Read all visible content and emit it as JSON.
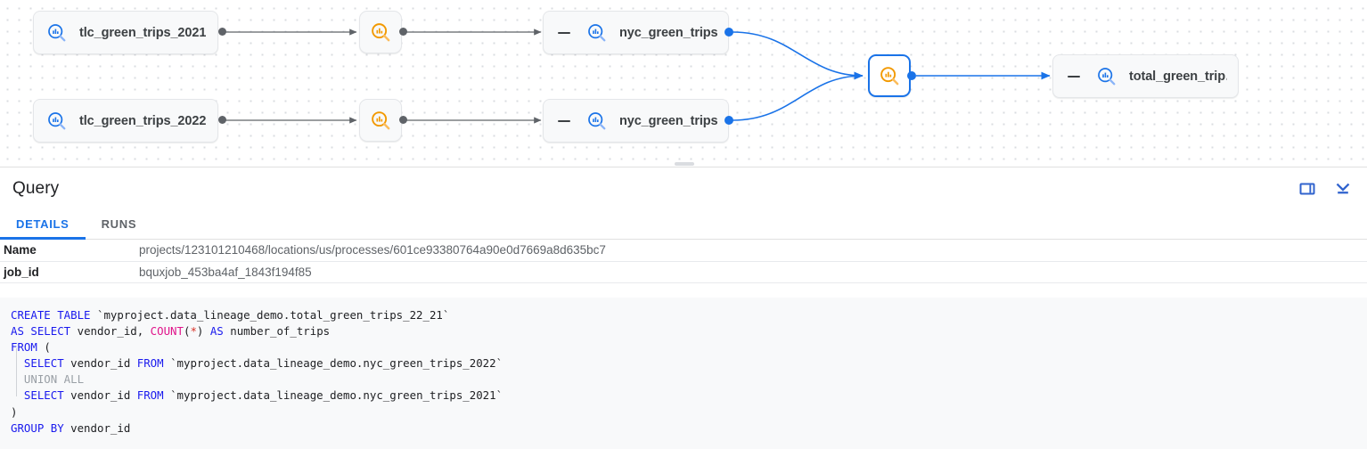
{
  "graph": {
    "nodes": [
      {
        "id": "tlc2021",
        "label": "tlc_green_trips_2021",
        "icon": "bigquery-table-search-icon",
        "type": "table",
        "collapse_toggle": ""
      },
      {
        "id": "tlc2022",
        "label": "tlc_green_trips_2022",
        "icon": "bigquery-table-search-icon",
        "type": "table",
        "collapse_toggle": ""
      },
      {
        "id": "proc1",
        "label": "",
        "icon": "process-search-icon-orange",
        "type": "process"
      },
      {
        "id": "proc2",
        "label": "",
        "icon": "process-search-icon-orange",
        "type": "process"
      },
      {
        "id": "nyc2021",
        "label": "nyc_green_trips…",
        "icon": "bigquery-table-search-icon",
        "type": "table",
        "collapse_toggle": "—"
      },
      {
        "id": "nyc2022",
        "label": "nyc_green_trips…",
        "icon": "bigquery-table-search-icon",
        "type": "table",
        "collapse_toggle": "—"
      },
      {
        "id": "proc-selected",
        "label": "",
        "icon": "process-search-icon-orange",
        "type": "process",
        "selected": true
      },
      {
        "id": "total",
        "label": "total_green_trip…",
        "icon": "bigquery-table-search-icon",
        "type": "table",
        "collapse_toggle": "—"
      }
    ],
    "colors": {
      "edge_default": "#5f6368",
      "edge_highlight": "#1a73e8",
      "node_icon_blue": "#1a73e8",
      "node_icon_orange": "#f29900",
      "selected_border": "#1a73e8",
      "canvas_dot": "#dadce0"
    }
  },
  "panel": {
    "title": "Query",
    "actions": [
      {
        "name": "side-panel-icon",
        "tooltip": "Split view"
      },
      {
        "name": "collapse-down-icon",
        "tooltip": "Collapse"
      }
    ],
    "tabs": [
      {
        "label": "DETAILS",
        "active": true
      },
      {
        "label": "RUNS",
        "active": false
      }
    ],
    "details": [
      {
        "key": "Name",
        "value": "projects/123101210468/locations/us/processes/601ce93380764a90e0d7669a8d635bc7"
      },
      {
        "key": "job_id",
        "value": "bquxjob_453ba4af_1843f194f85"
      }
    ]
  },
  "sql": {
    "lines": [
      [
        {
          "t": "CREATE TABLE ",
          "c": "kw"
        },
        {
          "t": "`myproject.data_lineage_demo.total_green_trips_22_21`",
          "c": ""
        }
      ],
      [
        {
          "t": "AS SELECT ",
          "c": "kw"
        },
        {
          "t": "vendor_id, ",
          "c": ""
        },
        {
          "t": "COUNT",
          "c": "fn"
        },
        {
          "t": "(",
          "c": ""
        },
        {
          "t": "*",
          "c": "star"
        },
        {
          "t": ") ",
          "c": ""
        },
        {
          "t": "AS ",
          "c": "kw"
        },
        {
          "t": "number_of_trips",
          "c": ""
        }
      ],
      [
        {
          "t": "FROM ",
          "c": "kw"
        },
        {
          "t": "(",
          "c": ""
        }
      ],
      [
        {
          "t": "  ",
          "c": ""
        },
        {
          "t": "SELECT ",
          "c": "kw"
        },
        {
          "t": "vendor_id ",
          "c": ""
        },
        {
          "t": "FROM ",
          "c": "kw"
        },
        {
          "t": "`myproject.data_lineage_demo.nyc_green_trips_2022`",
          "c": ""
        }
      ],
      [
        {
          "t": "  ",
          "c": ""
        },
        {
          "t": "UNION ALL",
          "c": "muted"
        }
      ],
      [
        {
          "t": "  ",
          "c": ""
        },
        {
          "t": "SELECT ",
          "c": "kw"
        },
        {
          "t": "vendor_id ",
          "c": ""
        },
        {
          "t": "FROM ",
          "c": "kw"
        },
        {
          "t": "`myproject.data_lineage_demo.nyc_green_trips_2021`",
          "c": ""
        }
      ],
      [
        {
          "t": ")",
          "c": ""
        }
      ],
      [
        {
          "t": "GROUP BY ",
          "c": "kw"
        },
        {
          "t": "vendor_id",
          "c": ""
        }
      ]
    ]
  }
}
